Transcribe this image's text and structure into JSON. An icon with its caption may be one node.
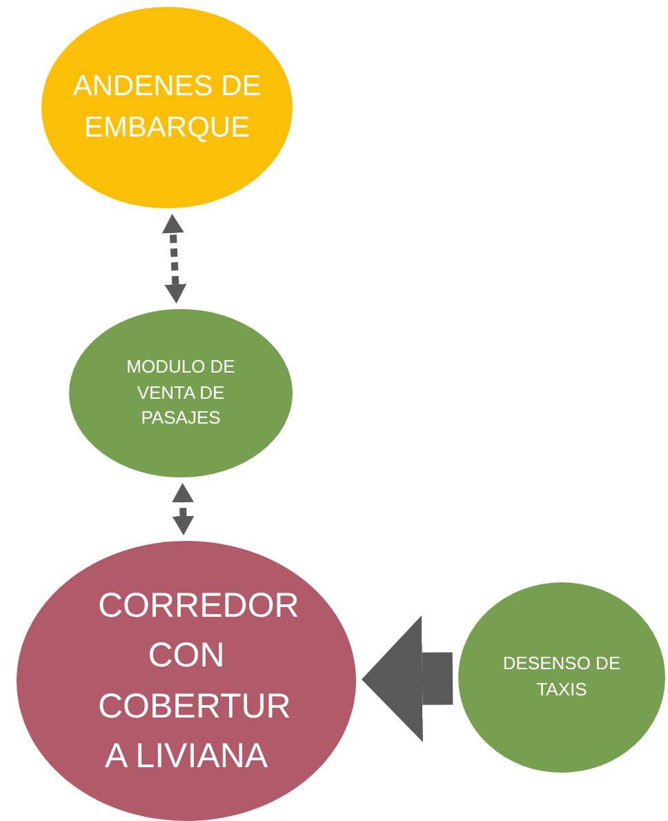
{
  "diagram": {
    "nodes": [
      {
        "text": [
          "ANDENES DE EMBARQUE"
        ]
      },
      {
        "text": [
          "MODULO DE VENTA DE PASAJES"
        ]
      },
      {
        "text": [
          "CORREDOR CON COBERTUR A LIVIANA"
        ]
      },
      {
        "text": [
          "DESENSO DE TAXIS"
        ]
      }
    ],
    "edges": [
      {
        "from": 1,
        "to": 0,
        "arrow": "both",
        "style": "dashed"
      },
      {
        "from": 2,
        "to": 1,
        "arrow": "both",
        "style": "dashed"
      },
      {
        "from": 3,
        "to": 2,
        "arrow": "to",
        "style": "thick"
      }
    ]
  }
}
